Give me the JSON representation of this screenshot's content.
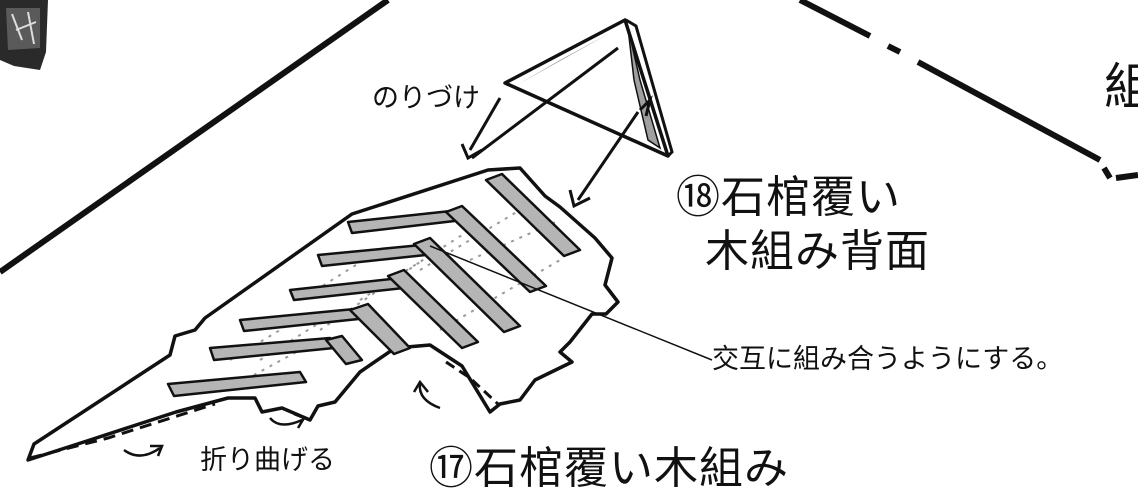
{
  "labels": {
    "glue": "のりづけ",
    "fold": "折り曲げる",
    "alternate": "交互に組み合うようにする。",
    "step18_line1": "⑱石棺覆い",
    "step18_line2": "木組み背面",
    "step17": "⑰石棺覆い木組み",
    "edge_char": "組"
  },
  "colors": {
    "ink": "#111111",
    "slat_fill": "#b5b5b5",
    "paper": "#ffffff",
    "texture": "#9a9a9a"
  }
}
